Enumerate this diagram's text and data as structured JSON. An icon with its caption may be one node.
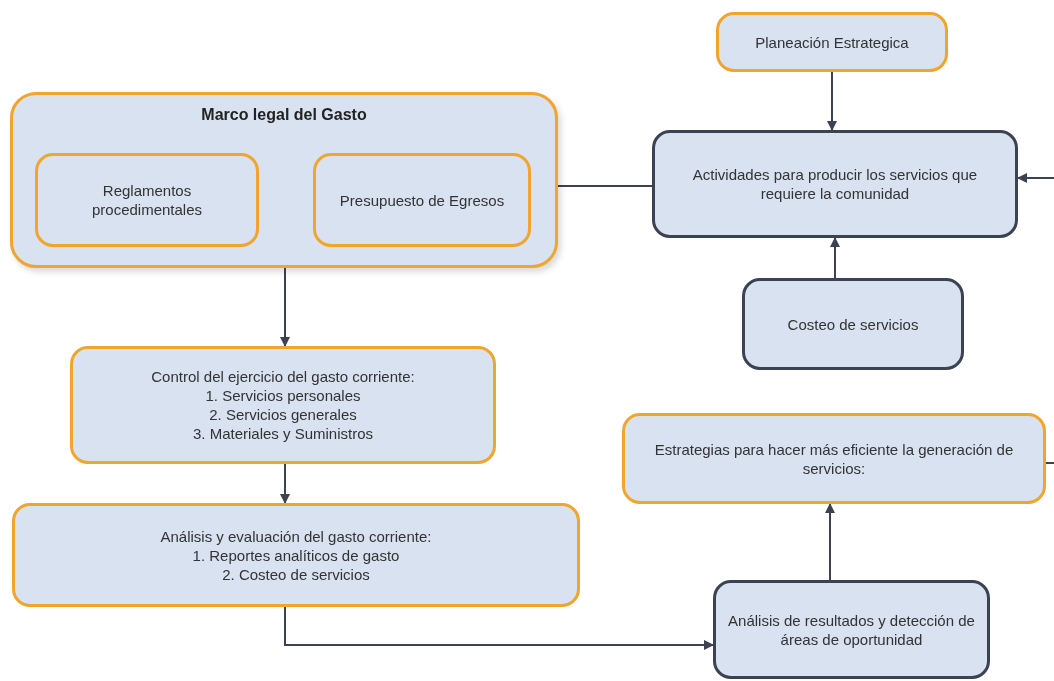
{
  "diagram": {
    "nodes": [
      {
        "text": [
          "Planeación Estrategica"
        ]
      },
      {
        "text": [
          "Marco legal del Gasto"
        ]
      },
      {
        "text": [
          "Reglamentos procedimentales"
        ],
        "in": 1
      },
      {
        "text": [
          "Presupuesto de Egresos"
        ],
        "in": 1
      },
      {
        "text": [
          "Actividades para producir los servicios que requiere la comunidad"
        ]
      },
      {
        "text": [
          "Costeo de servicios"
        ]
      },
      {
        "text": [
          "Control del ejercicio del gasto corriente:",
          "1. Servicios personales",
          "2. Servicios generales",
          "3. Materiales y Suministros"
        ]
      },
      {
        "text": [
          "Estrategias para hacer más eficiente la generación de servicios:"
        ]
      },
      {
        "text": [
          "Análisis y evaluación del gasto corriente:",
          "1. Reportes analíticos de gasto",
          "2. Costeo de servicios"
        ]
      },
      {
        "text": [
          "Análisis de resultados y detección de áreas de oportunidad"
        ]
      }
    ],
    "edges": [
      {
        "from": 0,
        "to": 4,
        "arrow": "to"
      },
      {
        "from": 4,
        "to": 3,
        "arrow": "to"
      },
      {
        "from": 5,
        "to": 4,
        "arrow": "to"
      },
      {
        "from": null,
        "to": 4,
        "arrow": "to"
      },
      {
        "from": 1,
        "to": 6,
        "arrow": "to"
      },
      {
        "from": 6,
        "to": 8,
        "arrow": "to"
      },
      {
        "from": 8,
        "to": 9,
        "arrow": "to"
      },
      {
        "from": 9,
        "to": 7,
        "arrow": "to"
      },
      {
        "from": 7,
        "to": null,
        "arrow": "none"
      }
    ]
  }
}
